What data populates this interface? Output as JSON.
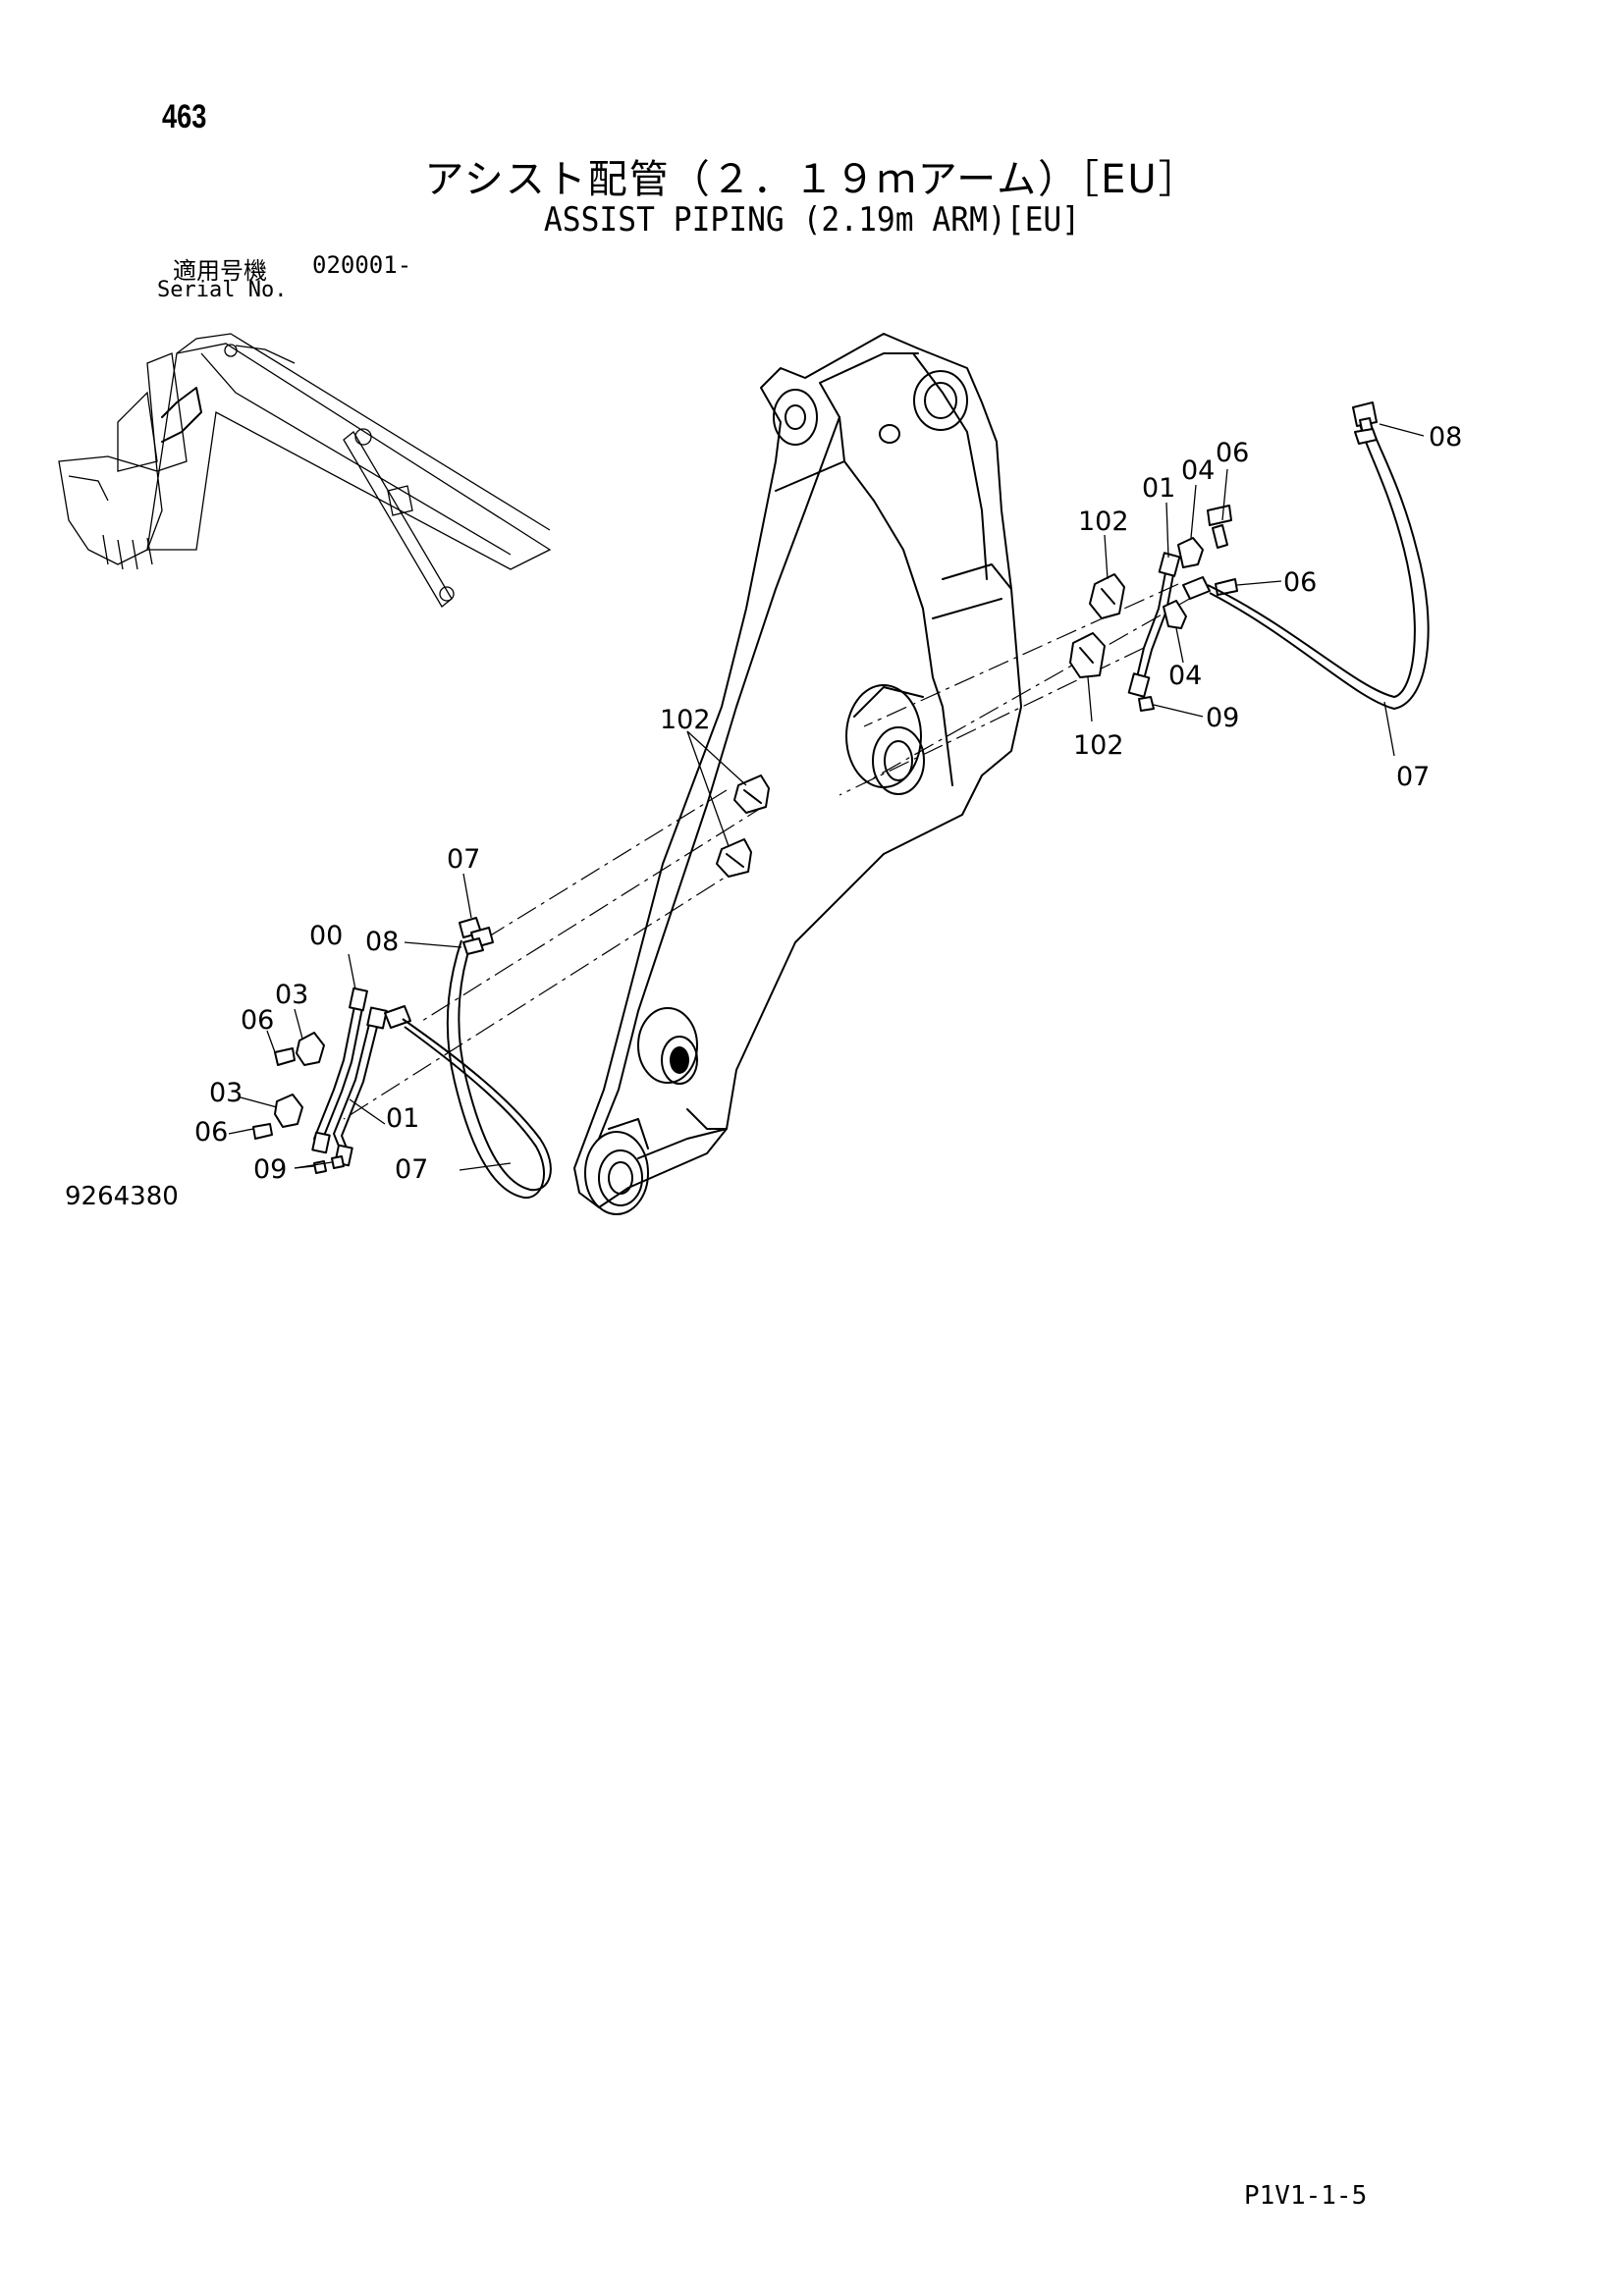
{
  "header": {
    "page_number": "463",
    "title_jp": "アシスト配管（２．１９ｍアーム）［EU］",
    "title_en": "ASSIST PIPING (2.19m ARM)[EU]",
    "serial_label_jp": "適用号機",
    "serial_number": "020001-",
    "serial_label_en": "Serial No."
  },
  "callouts": {
    "c_08_top": "08",
    "c_06_top": "06",
    "c_04_top": "04",
    "c_01_top": "01",
    "c_102_top": "102",
    "c_06_mid": "06",
    "c_04_mid": "04",
    "c_09_right": "09",
    "c_102_right": "102",
    "c_07_right": "07",
    "c_102_center": "102",
    "c_07_left": "07",
    "c_00_left": "00",
    "c_08_left": "08",
    "c_03_upper": "03",
    "c_06_upper": "06",
    "c_03_lower": "03",
    "c_06_lower": "06",
    "c_01_left": "01",
    "c_09_left": "09",
    "c_07_bottom": "07"
  },
  "footer": {
    "drawing_number": "9264380",
    "page_code": "P1V1-1-5"
  }
}
